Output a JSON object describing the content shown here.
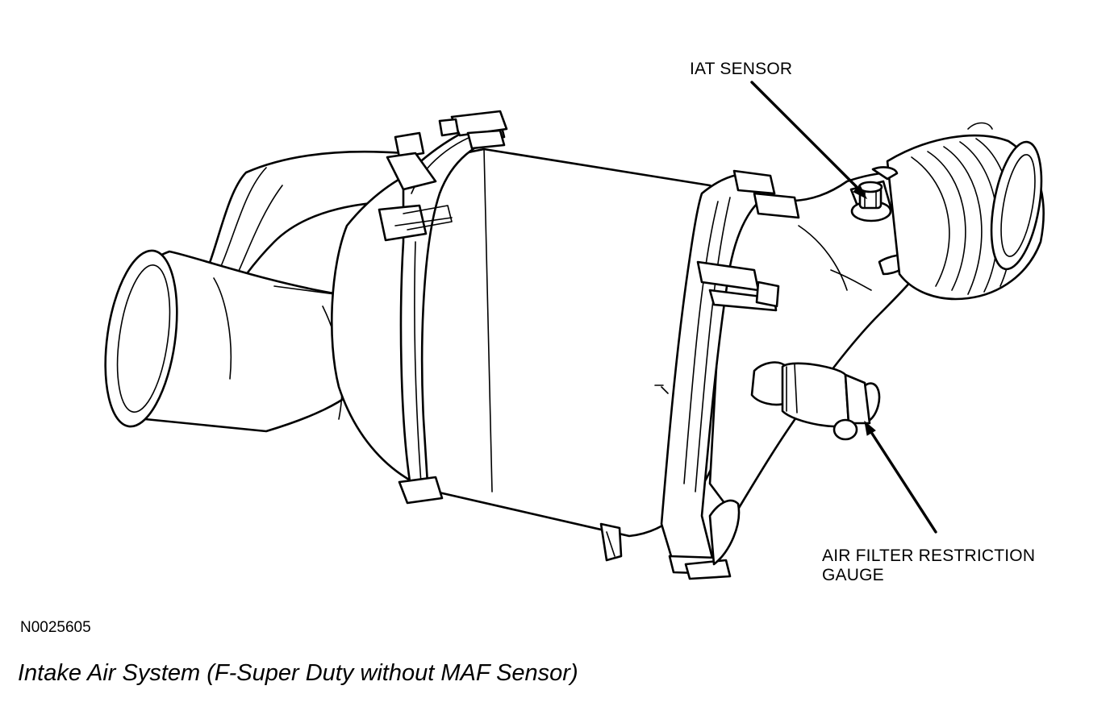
{
  "labels": {
    "iat_sensor": "IAT SENSOR",
    "gauge_line1": "AIR FILTER RESTRICTION",
    "gauge_line2": "GAUGE"
  },
  "figure_code": "N0025605",
  "caption": "Intake Air System (F-Super Duty without MAF Sensor)"
}
